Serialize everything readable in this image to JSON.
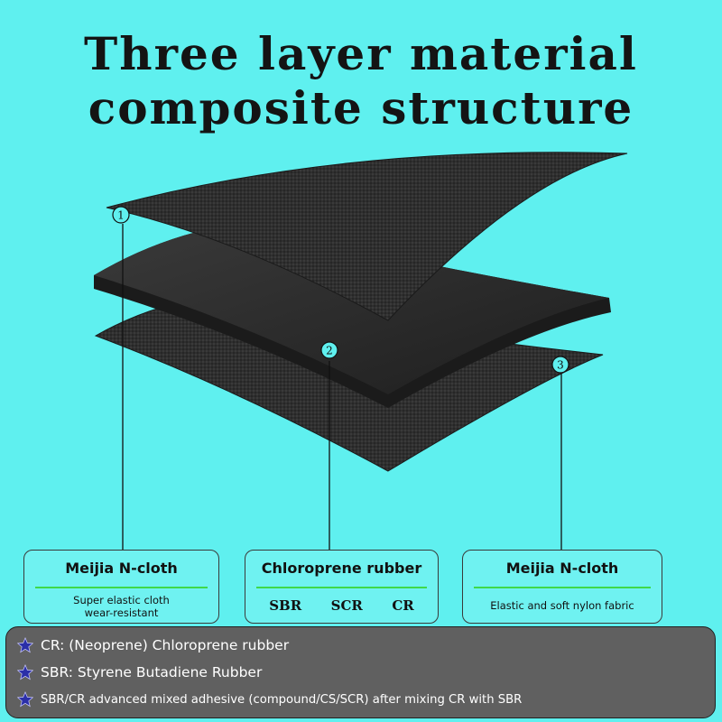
{
  "title": {
    "line1": "Three layer material",
    "line2": "composite structure"
  },
  "markers": [
    "1",
    "2",
    "3"
  ],
  "callouts": [
    {
      "head": "Meijia N-cloth",
      "sub": [
        "Super elastic cloth",
        "wear-resistant"
      ]
    },
    {
      "head": "Chloroprene rubber",
      "tags": [
        "SBR",
        "SCR",
        "CR"
      ]
    },
    {
      "head": "Meijia N-cloth",
      "sub": [
        "Elastic and soft nylon fabric"
      ]
    }
  ],
  "notes": [
    "CR: (Neoprene) Chloroprene rubber",
    "SBR: Styrene Butadiene Rubber",
    "SBR/CR advanced mixed adhesive (compound/CS/SCR) after mixing CR with SBR"
  ],
  "colors": {
    "background": "#5ff0ef",
    "layer_dark": "#2b2b2b",
    "accent_rule": "#3fd84a",
    "panel": "#606060",
    "star": "#2b2fa8"
  },
  "icons": [
    "star-icon",
    "circled-number-marker"
  ]
}
